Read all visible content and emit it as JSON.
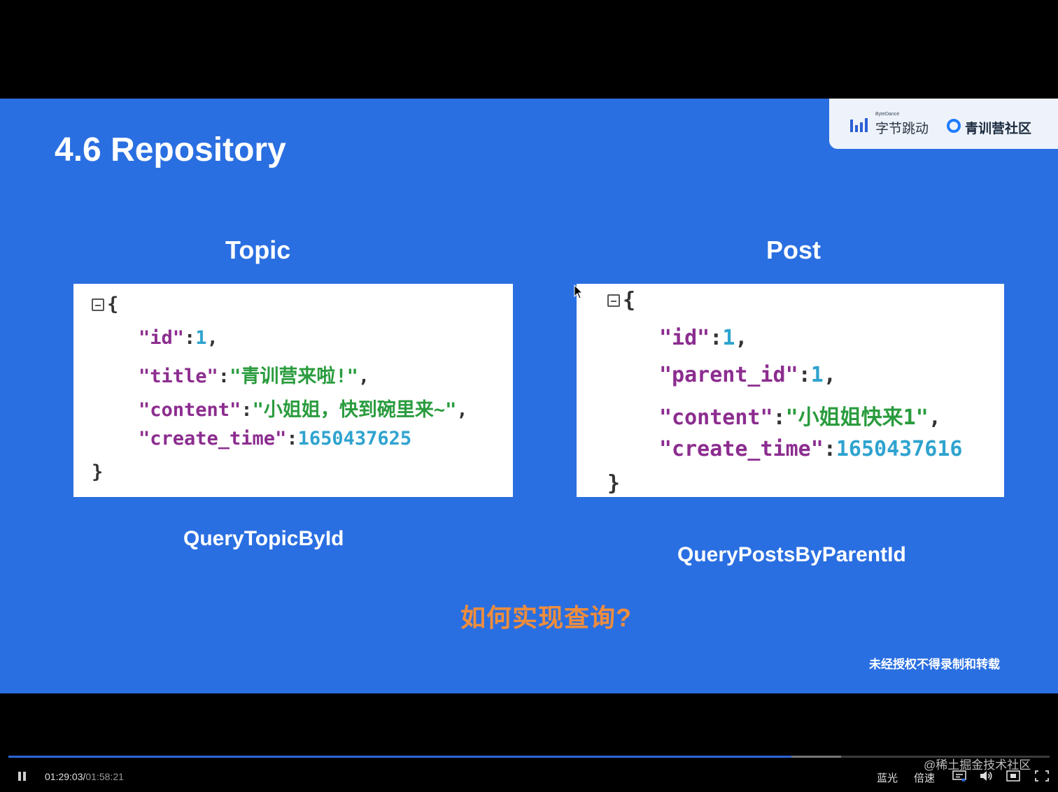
{
  "slide": {
    "title": "4.6 Repository",
    "logo": {
      "bytedance_small": "ByteDance",
      "bytedance": "字节跳动",
      "community": "青训营社区"
    },
    "topic": {
      "heading": "Topic",
      "lines": {
        "id_key": "\"id\"",
        "id_val": "1",
        "title_key": "\"title\"",
        "title_val": "\"青训营来啦!\"",
        "content_key": "\"content\"",
        "content_val": "\"小姐姐，快到碗里来~\"",
        "time_key": "\"create_time\"",
        "time_val": "1650437625"
      },
      "function": "QueryTopicById"
    },
    "post": {
      "heading": "Post",
      "lines": {
        "id_key": "\"id\"",
        "id_val": "1",
        "parent_key": "\"parent_id\"",
        "parent_val": "1",
        "content_key": "\"content\"",
        "content_val": "\"小姐姐快来1\"",
        "time_key": "\"create_time\"",
        "time_val": "1650437616"
      },
      "function": "QueryPostsByParentId"
    },
    "question": "如何实现查询?",
    "notice": "未经授权不得录制和转载"
  },
  "player": {
    "current_time": "01:29:03",
    "total_time": "01:58:21",
    "progress": 0.752,
    "buffered": 0.8,
    "quality_label": "蓝光",
    "speed_label": "倍速",
    "icons": [
      "pause-icon",
      "subtitle-icon",
      "volume-icon",
      "picture-in-picture-icon",
      "fullscreen-icon"
    ],
    "brand": "@稀土掘金技术社区"
  },
  "colors": {
    "slide_bg": "#2a6fe1",
    "key": "#8c2d8f",
    "number": "#2fa3cf",
    "string": "#2a9c3e",
    "question": "#ef8d3d",
    "progress": "#2f66d8"
  }
}
